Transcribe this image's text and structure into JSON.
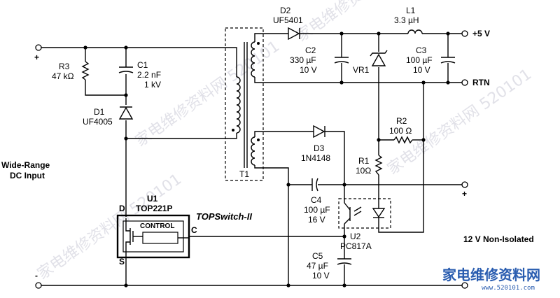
{
  "components": {
    "d2": {
      "ref": "D2",
      "value": "UF5401"
    },
    "l1": {
      "ref": "L1",
      "value": "3.3 µH"
    },
    "c2": {
      "ref": "C2",
      "value1": "330 µF",
      "value2": "10 V"
    },
    "vr1": {
      "ref": "VR1"
    },
    "c3": {
      "ref": "C3",
      "value1": "100 µF",
      "value2": "10 V"
    },
    "r3": {
      "ref": "R3",
      "value": "47 kΩ"
    },
    "c1": {
      "ref": "C1",
      "value1": "2.2 nF",
      "value2": "1 kV"
    },
    "d1": {
      "ref": "D1",
      "value": "UF4005"
    },
    "d3": {
      "ref": "D3",
      "value": "1N4148"
    },
    "r2": {
      "ref": "R2",
      "value": "100 Ω"
    },
    "r1": {
      "ref": "R1",
      "value": "10Ω"
    },
    "t1": {
      "ref": "T1"
    },
    "c4": {
      "ref": "C4",
      "value1": "100 µF",
      "value2": "16 V"
    },
    "u1": {
      "ref": "U1",
      "value": "TOP221P",
      "block": "CONTROL",
      "pin_d": "D",
      "pin_s": "S",
      "pin_c": "C"
    },
    "u2": {
      "ref": "U2",
      "value": "PC817A"
    },
    "c5": {
      "ref": "C5",
      "value1": "47 µF",
      "value2": "10 V"
    }
  },
  "labels": {
    "plus5v": "+5 V",
    "rtn": "RTN",
    "input_line1": "Wide-Range",
    "input_line2": "DC Input",
    "input_plus": "+",
    "input_minus": "-",
    "output_12v": "12 V Non-Isolated",
    "aux_plus": "+",
    "aux_minus": "-",
    "topswitch": "TOPSwitch-II"
  },
  "watermark": {
    "logo": "家电维修资料网",
    "url": "www.520101.com",
    "faint": "家电维修资料网 520101"
  },
  "colors": {
    "wire": "#000000",
    "watermark_logo": "#2a5db0",
    "watermark_faint": "#c9c9d6"
  }
}
